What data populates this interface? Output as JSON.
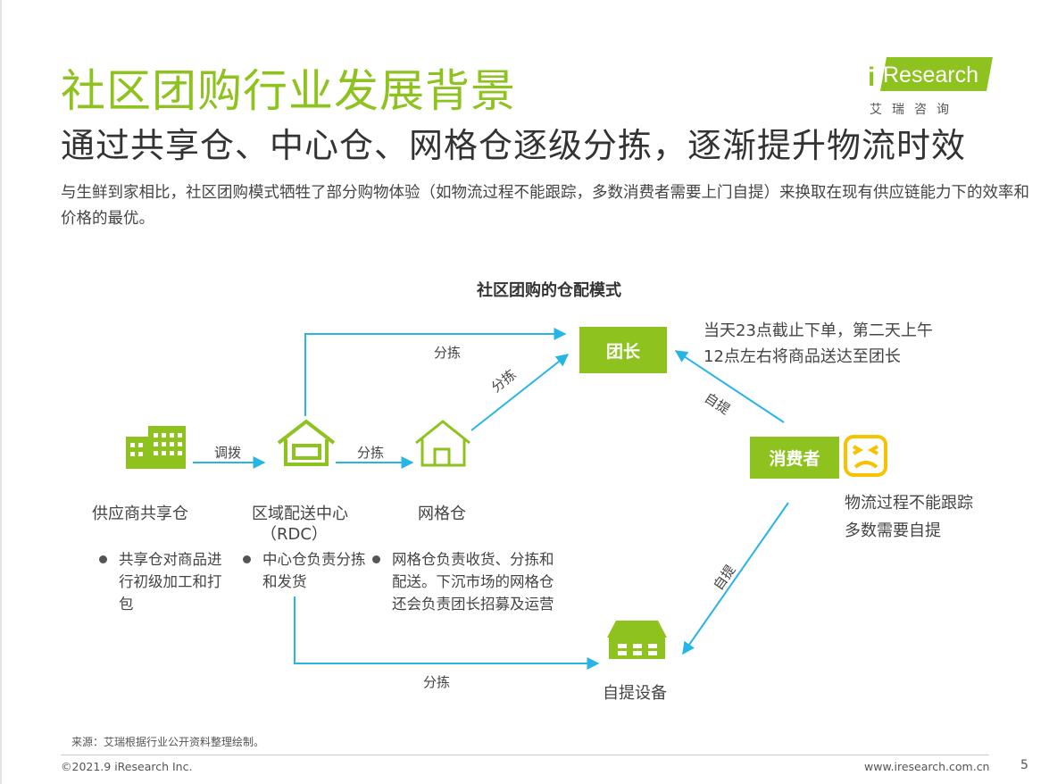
{
  "header": {
    "title": "社区团购行业发展背景",
    "subtitle": "通过共享仓、中心仓、网格仓逐级分拣，逐渐提升物流时效",
    "intro": "与生鲜到家相比，社区团购模式牺牲了部分购物体验（如物流过程不能跟踪，多数消费者需要上门自提）来换取在现有供应链能力下的效率和价格的最优。"
  },
  "logo": {
    "i": "i",
    "word": "Research",
    "cn": "艾瑞咨询"
  },
  "diagram": {
    "title": "社区团购的仓配模式",
    "nodes": {
      "supplier": "供应商共享仓",
      "rdc_line1": "区域配送中心",
      "rdc_line2": "（RDC）",
      "grid": "网格仓",
      "leader": "团长",
      "consumer": "消费者",
      "pickup": "自提设备"
    },
    "edges": {
      "supplier_rdc": "调拨",
      "rdc_grid": "分拣",
      "rdc_leader": "分拣",
      "grid_leader": "分拣",
      "rdc_pickup": "分拣",
      "consumer_leader": "自提",
      "consumer_pickup": "自提"
    },
    "notes": {
      "leader_timing": "当天23点截止下单，第二天上午12点左右将商品送达至团长",
      "consumer_issue_1": "物流过程不能跟踪",
      "consumer_issue_2": "多数需要自提"
    },
    "bullets": {
      "supplier": "共享仓对商品进行初级加工和打包",
      "rdc": "中心仓负责分拣和发货",
      "grid": "网格仓负责收货、分拣和配送。下沉市场的网格仓还会负责团长招募及运营"
    }
  },
  "footer": {
    "source": "来源：艾瑞根据行业公开资料整理绘制。",
    "copyright": "©2021.9 iResearch Inc.",
    "website": "www.iresearch.com.cn",
    "page": "5"
  },
  "colors": {
    "brand_green": "#8dc21f",
    "arrow_blue": "#27b5e6",
    "face_yellow": "#f7c300"
  }
}
